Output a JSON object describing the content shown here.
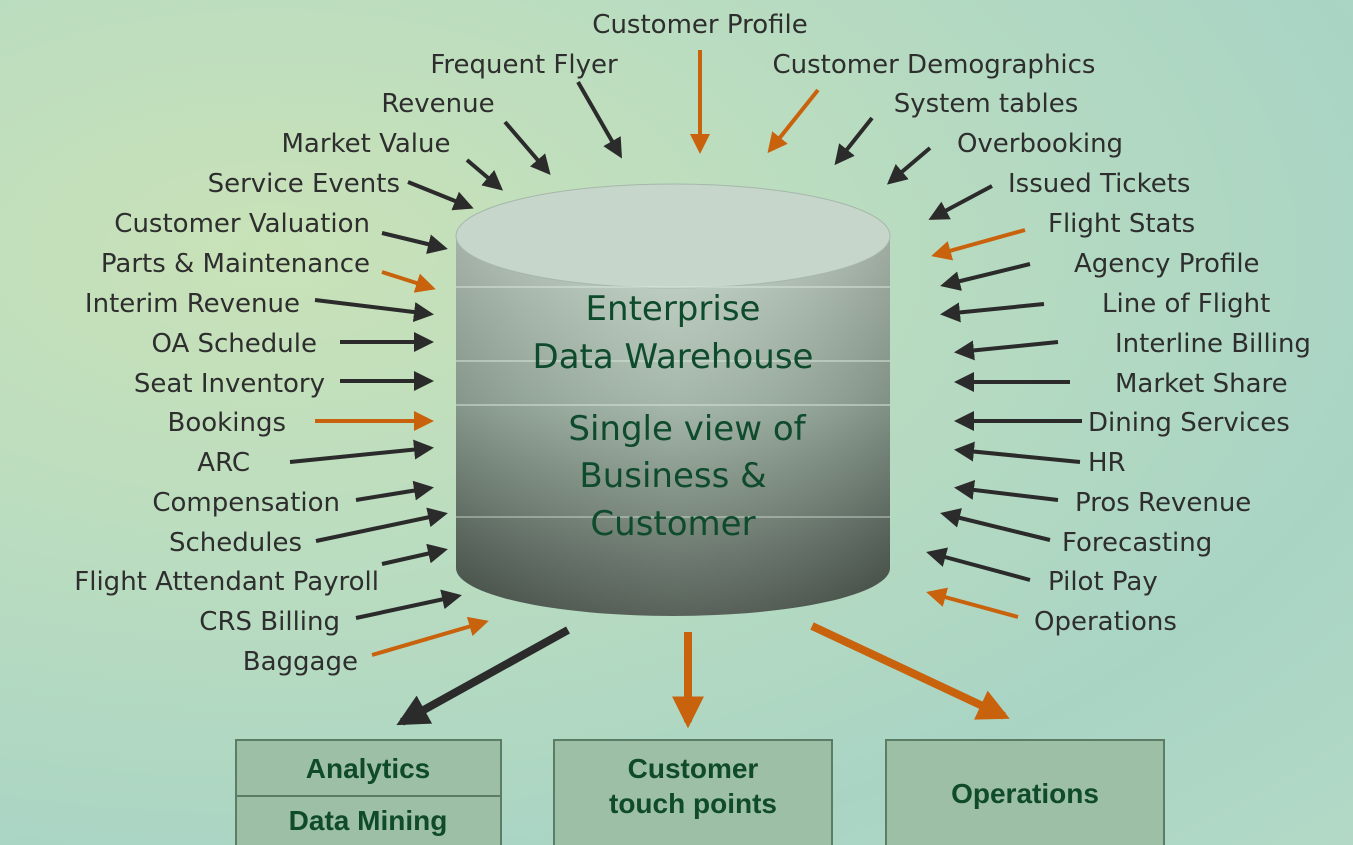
{
  "warehouse": {
    "title_line1": "Enterprise",
    "title_line2": "Data Warehouse",
    "subtitle_line1": "Single view of",
    "subtitle_line2": "Business &",
    "subtitle_line3": "Customer"
  },
  "sources": [
    {
      "label": "Customer Profile",
      "color": "orange"
    },
    {
      "label": "Frequent Flyer",
      "color": "dark"
    },
    {
      "label": "Customer Demographics",
      "color": "orange"
    },
    {
      "label": "Revenue",
      "color": "dark"
    },
    {
      "label": "System tables",
      "color": "dark"
    },
    {
      "label": "Market Value",
      "color": "dark"
    },
    {
      "label": "Overbooking",
      "color": "dark"
    },
    {
      "label": "Service Events",
      "color": "dark"
    },
    {
      "label": "Issued Tickets",
      "color": "dark"
    },
    {
      "label": "Customer Valuation",
      "color": "dark"
    },
    {
      "label": "Flight Stats",
      "color": "orange"
    },
    {
      "label": "Parts & Maintenance",
      "color": "orange"
    },
    {
      "label": "Agency Profile",
      "color": "dark"
    },
    {
      "label": "Interim Revenue",
      "color": "dark"
    },
    {
      "label": "Line of Flight",
      "color": "dark"
    },
    {
      "label": "OA Schedule",
      "color": "dark"
    },
    {
      "label": "Interline Billing",
      "color": "dark"
    },
    {
      "label": "Seat Inventory",
      "color": "dark"
    },
    {
      "label": "Market Share",
      "color": "dark"
    },
    {
      "label": "Bookings",
      "color": "orange"
    },
    {
      "label": "Dining Services",
      "color": "dark"
    },
    {
      "label": "ARC",
      "color": "dark"
    },
    {
      "label": "HR",
      "color": "dark"
    },
    {
      "label": "Compensation",
      "color": "dark"
    },
    {
      "label": "Pros Revenue",
      "color": "dark"
    },
    {
      "label": "Schedules",
      "color": "dark"
    },
    {
      "label": "Forecasting",
      "color": "dark"
    },
    {
      "label": "Flight Attendant Payroll",
      "color": "dark"
    },
    {
      "label": "Pilot Pay",
      "color": "dark"
    },
    {
      "label": "CRS Billing",
      "color": "dark"
    },
    {
      "label": "Operations",
      "color": "orange"
    },
    {
      "label": "Baggage",
      "color": "orange"
    }
  ],
  "outputs": {
    "analytics": "Analytics",
    "data_mining": "Data Mining",
    "touch_line1": "Customer",
    "touch_line2": "touch points",
    "operations": "Operations"
  },
  "colors": {
    "dark_arrow": "#2b2b2b",
    "orange_arrow": "#c9620c",
    "box_fill": "#9cbfa6",
    "box_text": "#0f4a2a",
    "cylinder_text": "#0e4a2c"
  }
}
